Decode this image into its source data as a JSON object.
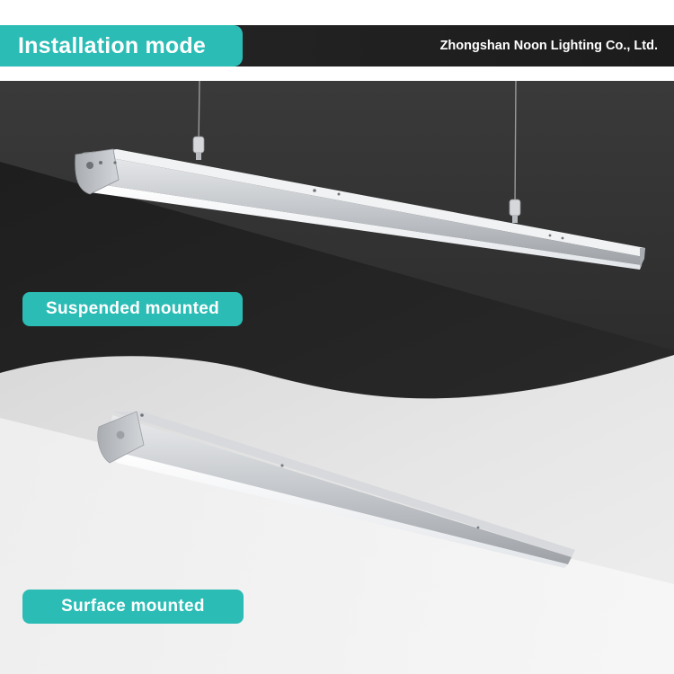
{
  "header": {
    "title": "Installation mode",
    "company": "Zhongshan Noon Lighting Co., Ltd."
  },
  "sections": {
    "suspended_label": "Suspended mounted",
    "surface_label": "Surface mounted"
  },
  "colors": {
    "accent": "#2bbcb5",
    "dark_background": "#2e2e2e",
    "light_background": "#e4e4e4",
    "fixture": "#c9ccd0"
  },
  "icons": {
    "suspension": "wire-cable-icon",
    "fixture": "linear-led-batten-icon"
  }
}
